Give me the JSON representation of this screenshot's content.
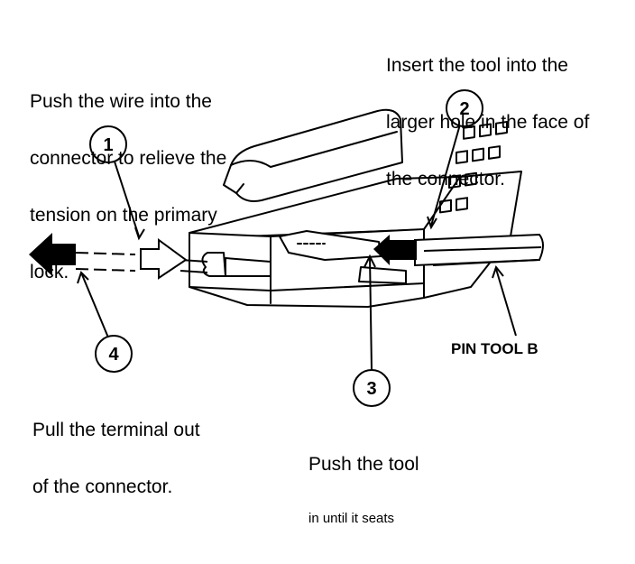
{
  "steps": [
    {
      "number": "1",
      "lines": [
        "Push the wire into the",
        "connector to relieve the",
        "tension on the primary",
        "lock."
      ]
    },
    {
      "number": "2",
      "lines": [
        "Insert the tool into the",
        "larger hole in the face of",
        "the connector."
      ]
    },
    {
      "number": "3",
      "lines": [
        "Push the tool"
      ],
      "subtext": "in until it seats"
    },
    {
      "number": "4",
      "lines": [
        "Pull the terminal out",
        "of the connector."
      ]
    }
  ],
  "tool_label": "PIN TOOL B",
  "colors": {
    "ink": "#000000",
    "paper": "#ffffff"
  }
}
